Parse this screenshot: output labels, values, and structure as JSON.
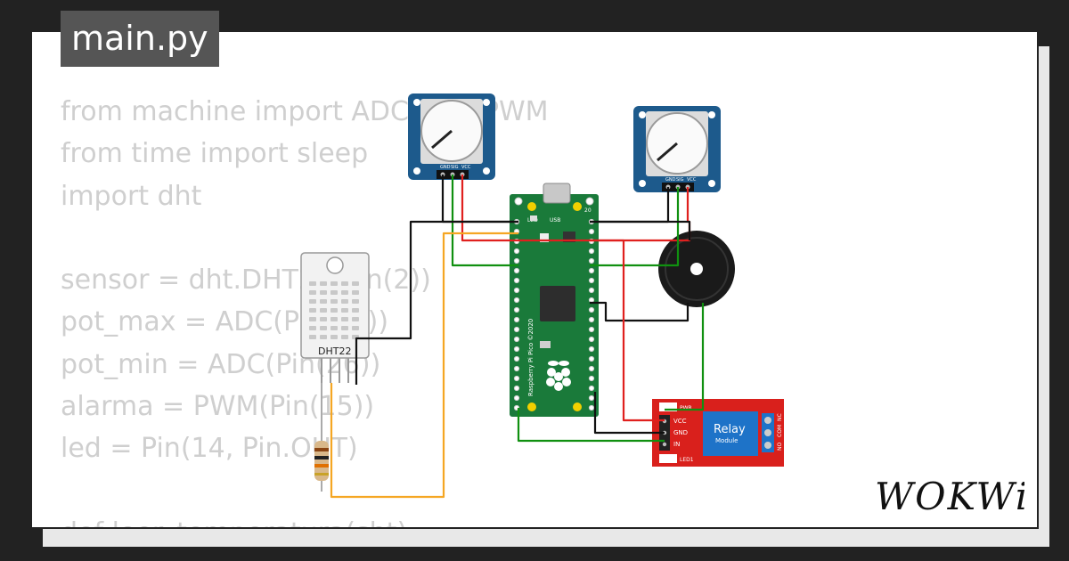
{
  "tab": {
    "filename": "main.py"
  },
  "code_lines": [
    "from machine import ADC, Pin, PWM",
    "from time import sleep",
    "import dht",
    "",
    "sensor = dht.DHT22(Pin(2))",
    "pot_max = ADC(Pin(27))",
    "pot_min = ADC(Pin(26))",
    "alarma = PWM(Pin(15))",
    "led = Pin(14, Pin.OUT)",
    "",
    "def leer_temperatura(sht):"
  ],
  "components": {
    "potentiometer_pins": [
      "GND",
      "SIG",
      "VCC"
    ],
    "pico_usb": "USB",
    "pico_led": "LED",
    "pico_label": "Raspberry Pi Pico ©2020",
    "pico_pin_top": "20",
    "dht_label": "DHT22",
    "relay_title": "Relay",
    "relay_sub": "Module",
    "relay_pins": [
      "VCC",
      "GND",
      "IN"
    ],
    "relay_pwr": "PWR",
    "relay_led": "LED1",
    "relay_out": [
      "NO",
      "COM",
      "NC"
    ]
  },
  "wire_colors": {
    "black": "#111111",
    "red": "#e0201e",
    "green": "#109010",
    "orange": "#f5a623"
  },
  "logo": "WOKWi"
}
